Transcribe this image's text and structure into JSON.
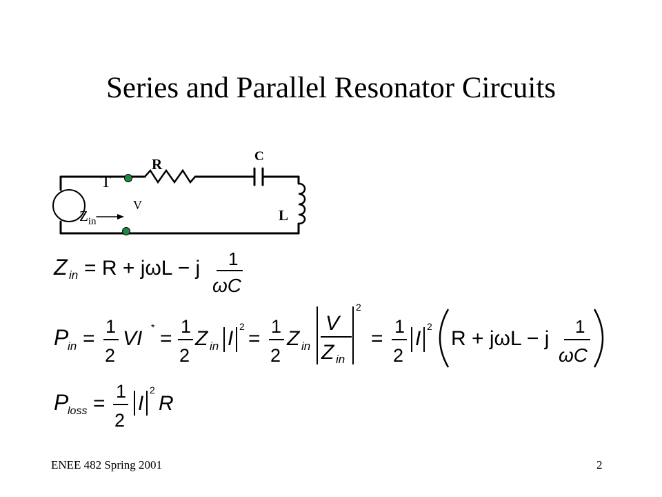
{
  "slide": {
    "title": "Series and Parallel Resonator Circuits",
    "footer_left": "ENEE 482 Spring 2001",
    "footer_right": "2"
  },
  "circuit": {
    "label_R": "R",
    "label_C": "C",
    "label_L": "L",
    "label_T": "T",
    "label_V": "V",
    "label_Z": "Z",
    "label_Z_sub": "in"
  },
  "equations": {
    "zin": {
      "lhs": "Z",
      "lhs_sub": "in",
      "rhs_part1": "= R + jωL − j",
      "frac_num": "1",
      "frac_den": "ωC"
    },
    "pin": {
      "lhs": "P",
      "lhs_sub": "in",
      "eq1": "=",
      "half_num": "1",
      "half_den": "2",
      "vi": "VI",
      "star": "*",
      "z": "Z",
      "z_sub": "in",
      "i": "I",
      "sq": "2",
      "v": "V",
      "rhs_tail": "R + jωL − j",
      "tail_num": "1",
      "tail_den": "ωC"
    },
    "ploss": {
      "lhs": "P",
      "lhs_sub": "loss",
      "eq": "=",
      "half_num": "1",
      "half_den": "2",
      "i": "I",
      "sq": "2",
      "r": "R"
    }
  }
}
